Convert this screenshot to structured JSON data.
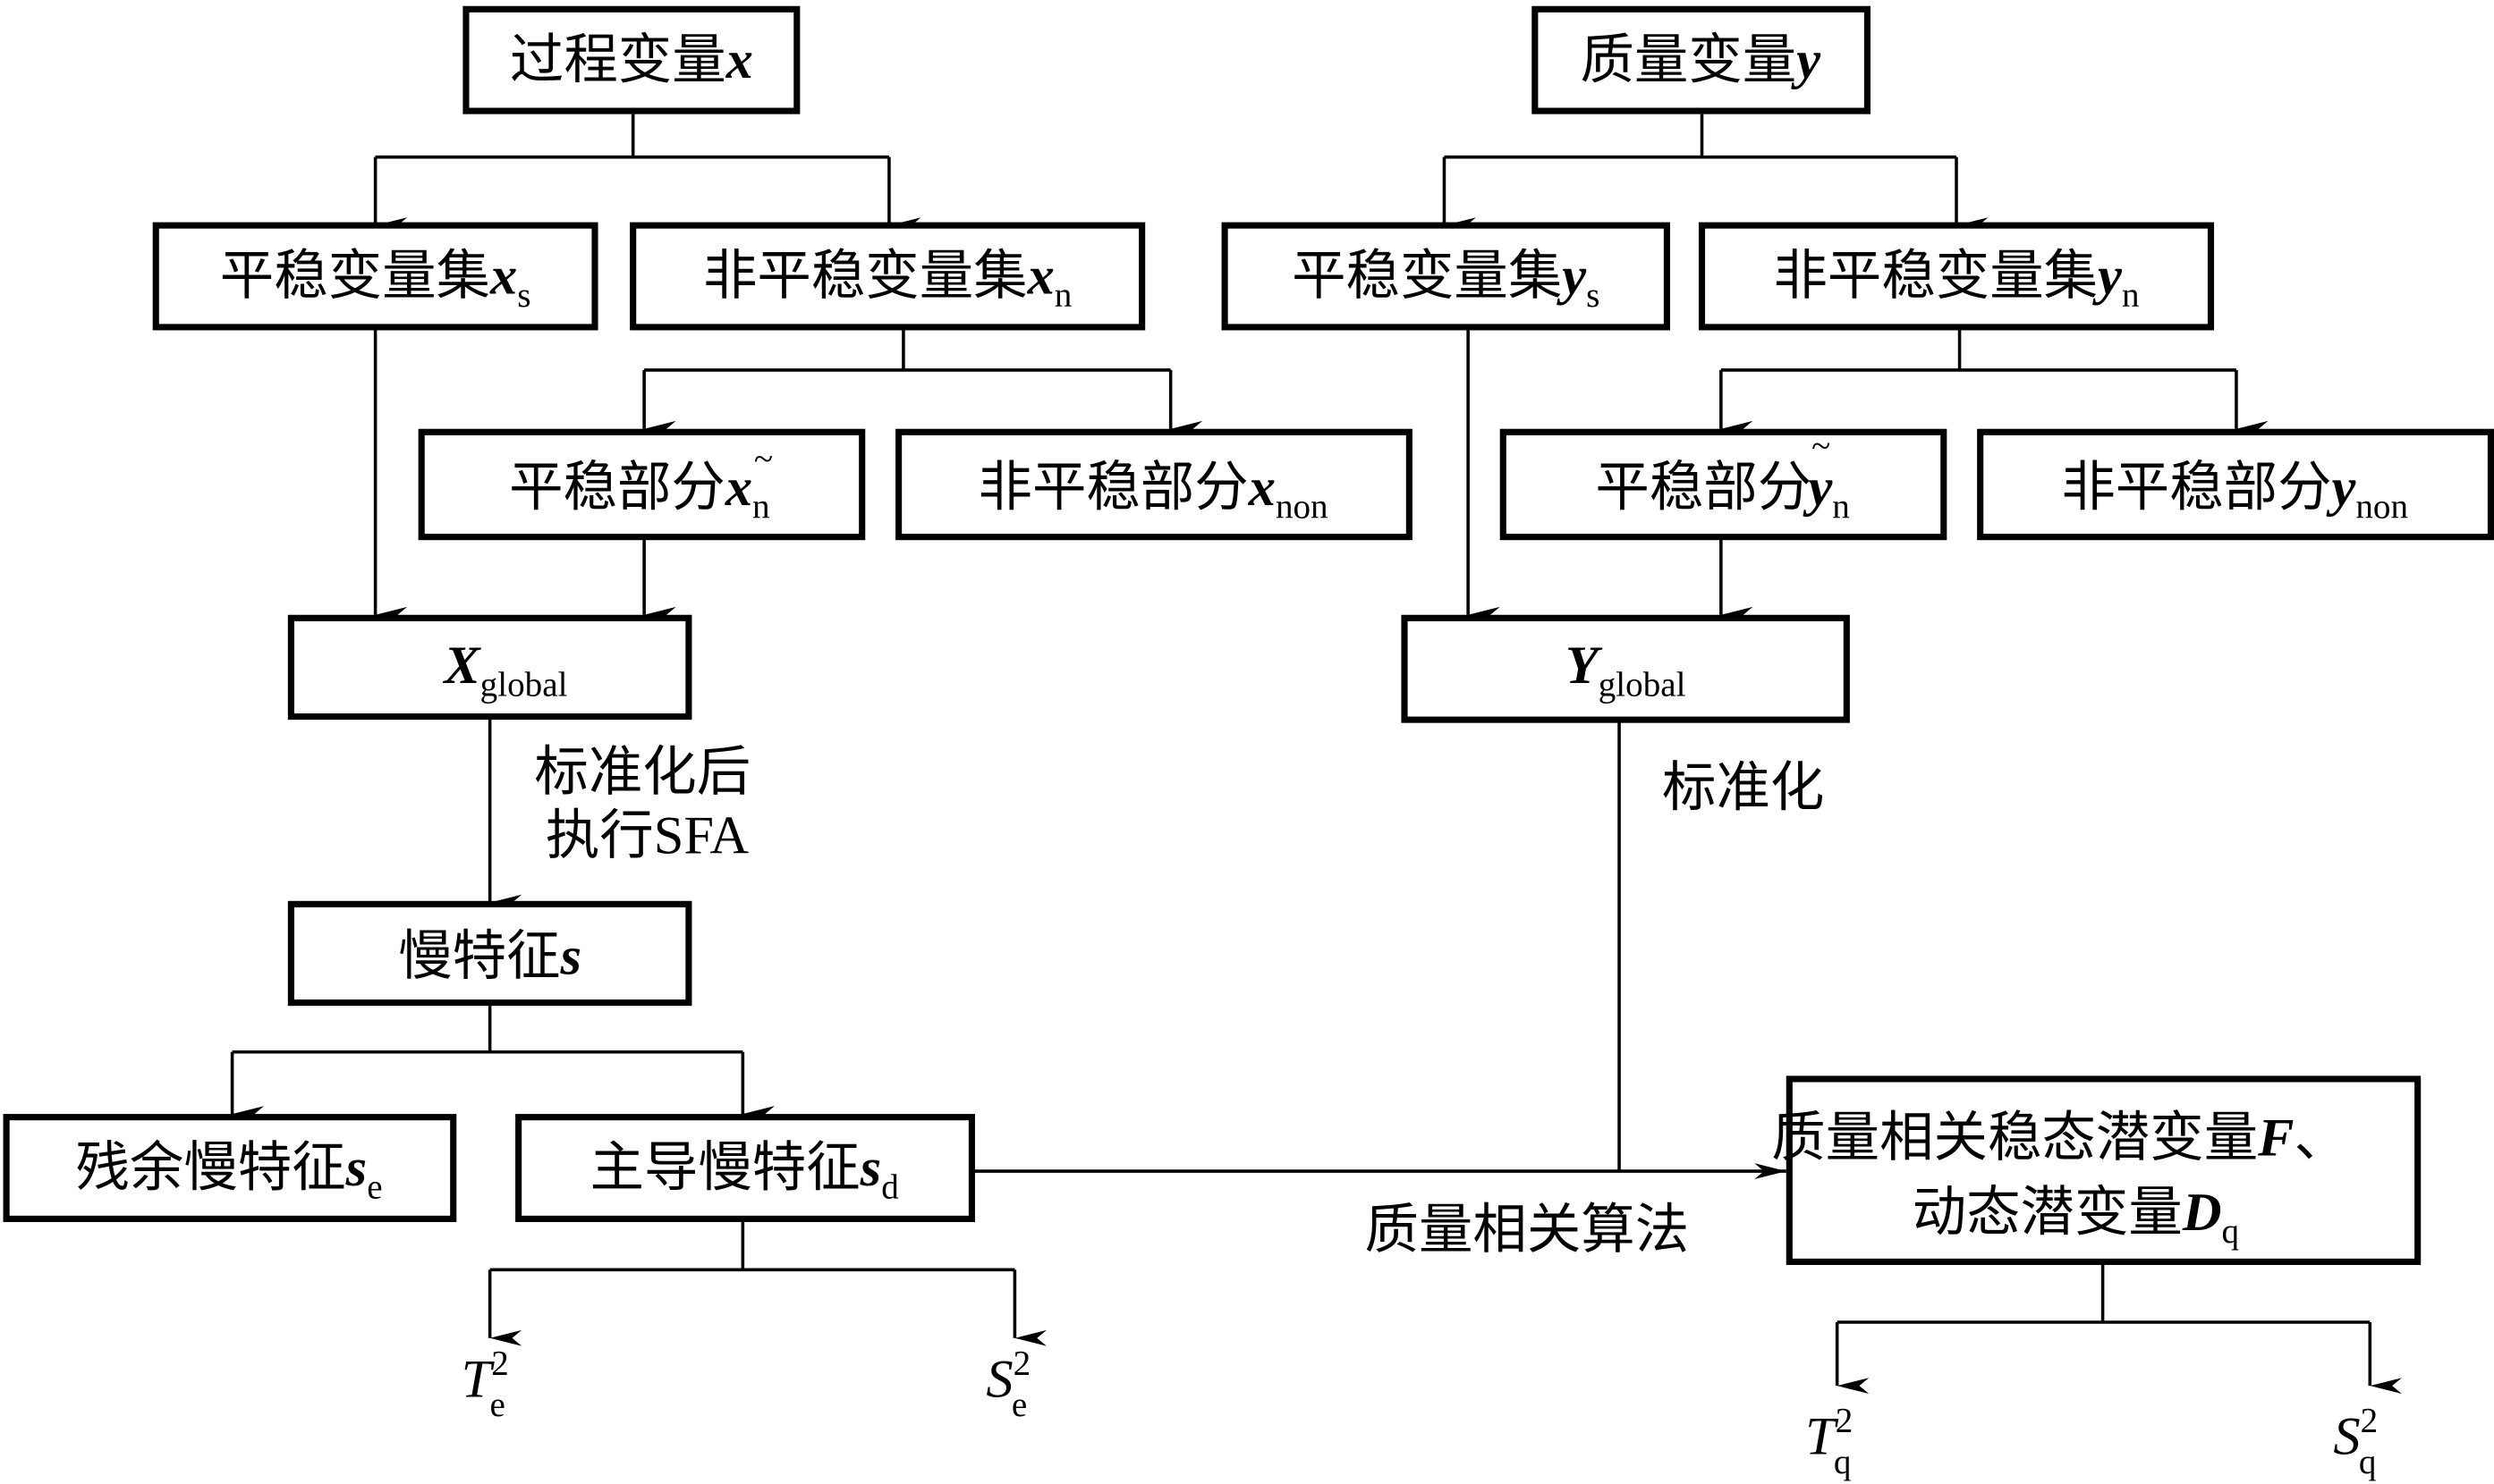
{
  "diagram": {
    "nodes": {
      "process_var": {
        "text": "过程变量",
        "sym": "x"
      },
      "quality_var": {
        "text": "质量变量",
        "sym": "y"
      },
      "xs": {
        "text": "平稳变量集",
        "sym": "x",
        "sub": "s"
      },
      "xn": {
        "text": "非平稳变量集",
        "sym": "x",
        "sub": "n"
      },
      "ys": {
        "text": "平稳变量集",
        "sym": "y",
        "sub": "s"
      },
      "yn": {
        "text": "非平稳变量集",
        "sym": "y",
        "sub": "n"
      },
      "xn_stationary": {
        "text": "平稳部分",
        "sym": "x",
        "sub": "n",
        "mark": "~"
      },
      "xnon": {
        "text": "非平稳部分",
        "sym": "x",
        "sub": "non"
      },
      "yn_stationary": {
        "text": "平稳部分",
        "sym": "y",
        "sub": "n",
        "mark": "~"
      },
      "ynon": {
        "text": "非平稳部分",
        "sym": "y",
        "sub": "non"
      },
      "xglobal": {
        "sym": "X",
        "sub": "global"
      },
      "yglobal": {
        "sym": "Y",
        "sub": "global"
      },
      "slow": {
        "text": "慢特征",
        "sym": "s"
      },
      "residual": {
        "text": "残余慢特征",
        "sym": "s",
        "sub": "e"
      },
      "dominant": {
        "text": "主导慢特征",
        "sym": "s",
        "sub": "d"
      },
      "quality_latent": {
        "line1_text": "质量相关稳态潜变量",
        "line1_sym": "F",
        "line1_tail": "、",
        "line2_text": "动态潜变量",
        "line2_sym": "D",
        "line2_sub": "q"
      }
    },
    "edge_labels": {
      "standardize_sfa_line1": "标准化后",
      "standardize_sfa_line2": "执行SFA",
      "standardize": "标准化",
      "quality_algorithm": "质量相关算法"
    },
    "outputs": {
      "te": {
        "sym": "T",
        "sup": "2",
        "sub": "e"
      },
      "se": {
        "sym": "S",
        "sup": "2",
        "sub": "e"
      },
      "tq": {
        "sym": "T",
        "sup": "2",
        "sub": "q"
      },
      "sq": {
        "sym": "S",
        "sup": "2",
        "sub": "q"
      }
    }
  }
}
